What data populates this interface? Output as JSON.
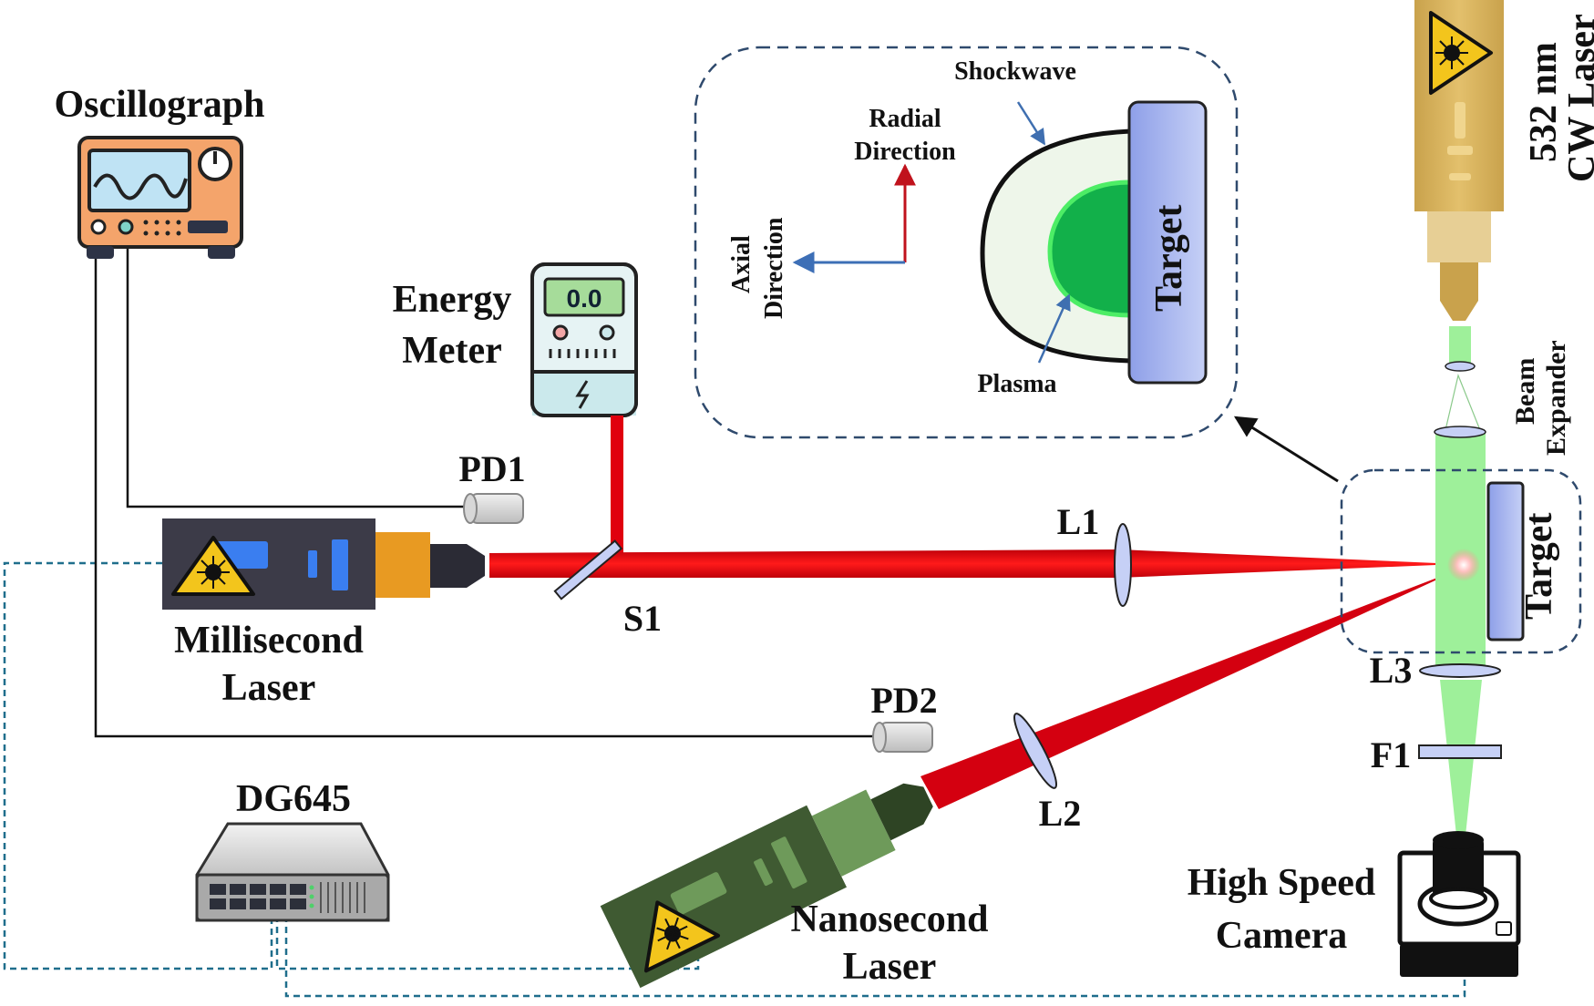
{
  "labels": {
    "oscillograph": "Oscillograph",
    "energy_meter_line1": "Energy",
    "energy_meter_line2": "Meter",
    "energy_meter_display": "0.0",
    "pd1": "PD1",
    "pd2": "PD2",
    "millisecond_laser_line1": "Millisecond",
    "millisecond_laser_line2": "Laser",
    "s1": "S1",
    "l1": "L1",
    "l2": "L2",
    "l3": "L3",
    "f1": "F1",
    "dg645": "DG645",
    "nanosecond_laser_line1": "Nanosecond",
    "nanosecond_laser_line2": "Laser",
    "high_speed_camera_line1": "High Speed",
    "high_speed_camera_line2": "Camera",
    "cw_laser_line1": "532 nm",
    "cw_laser_line2": "CW Laser",
    "beam_expander_line1": "Beam",
    "beam_expander_line2": "Expander",
    "target": "Target"
  },
  "inset": {
    "shockwave": "Shockwave",
    "plasma": "Plasma",
    "target": "Target",
    "radial_line1": "Radial",
    "radial_line2": "Direction",
    "axial_line1": "Axial",
    "axial_line2": "Direction"
  },
  "colors": {
    "ms_beam": "#e0000e",
    "cw_beam": "#9ef09a",
    "dashed_wire": "#1f6e8c",
    "inset_border": "#2f4a6d",
    "target_fill": "#a3b2ef",
    "plasma": "#12b04a",
    "oscillograph_body": "#f4a46b",
    "energy_meter_body": "#e6f3f4",
    "ms_laser_body": "#3c3b48",
    "ns_laser_body": "#3f5a32",
    "cw_laser_body": "#d4aa55",
    "warning_yellow": "#f3c51c"
  },
  "icons": [
    "warning-laser-icon",
    "oscilloscope-icon",
    "energy-meter-icon",
    "camera-icon",
    "delay-generator-icon"
  ]
}
